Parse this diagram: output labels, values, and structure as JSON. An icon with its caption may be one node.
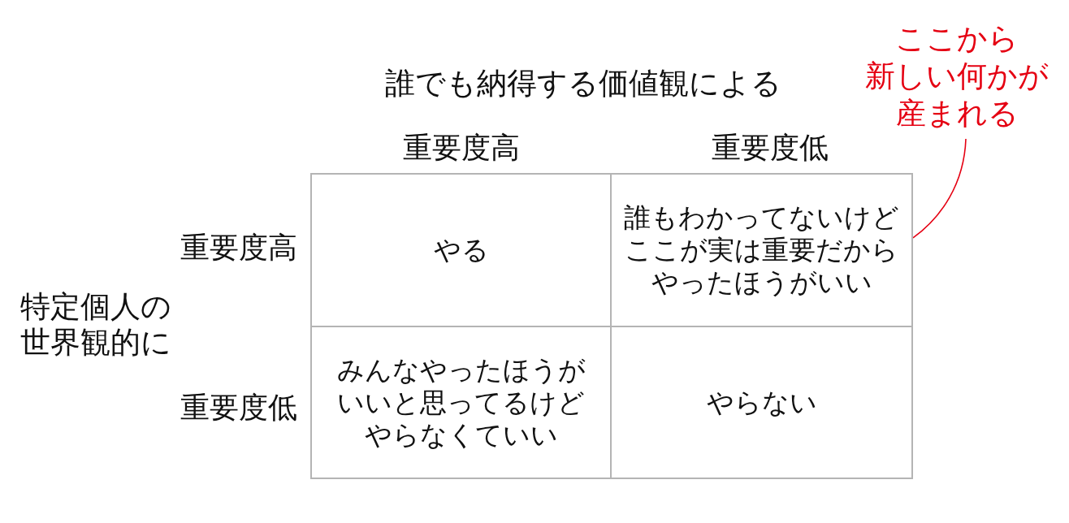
{
  "diagram": {
    "nodes": [
      {
        "text": [
          "ここから新しい何かが産まれる"
        ]
      },
      {
        "text": [
          "やる"
        ]
      },
      {
        "text": [
          "誰もわかってないけどここが実は重要だからやったほうがいい"
        ]
      },
      {
        "text": [
          "みんなやったほうがいいと思ってるけどやらなくていい"
        ]
      },
      {
        "text": [
          "やらない"
        ]
      }
    ],
    "edges": [
      {
        "from": 0,
        "to": 2,
        "arrow": "none",
        "color": "#e50012"
      }
    ],
    "labels": [
      "誰でも納得する価値観による",
      "重要度高",
      "重要度低",
      "重要度高",
      "特定個人の世界観的に",
      "重要度低"
    ]
  }
}
